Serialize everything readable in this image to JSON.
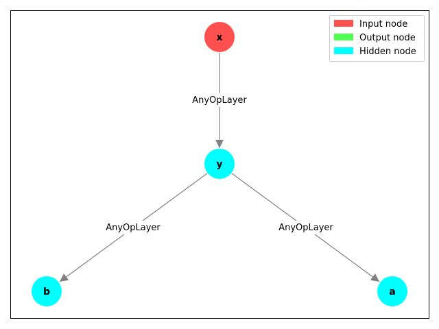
{
  "colors": {
    "input": "#ff5050",
    "output": "#50ff50",
    "hidden": "#00ffff",
    "edge": "#808080",
    "frame": "#000000"
  },
  "nodes": {
    "x": {
      "label": "x",
      "kind": "input"
    },
    "y": {
      "label": "y",
      "kind": "hidden"
    },
    "b": {
      "label": "b",
      "kind": "hidden"
    },
    "a": {
      "label": "a",
      "kind": "hidden"
    }
  },
  "edges": [
    {
      "from": "x",
      "to": "y",
      "label": "AnyOpLayer"
    },
    {
      "from": "y",
      "to": "b",
      "label": "AnyOpLayer"
    },
    {
      "from": "y",
      "to": "a",
      "label": "AnyOpLayer"
    }
  ],
  "legend": {
    "items": [
      {
        "label": "Input node",
        "kind": "input"
      },
      {
        "label": "Output node",
        "kind": "output"
      },
      {
        "label": "Hidden node",
        "kind": "hidden"
      }
    ]
  }
}
